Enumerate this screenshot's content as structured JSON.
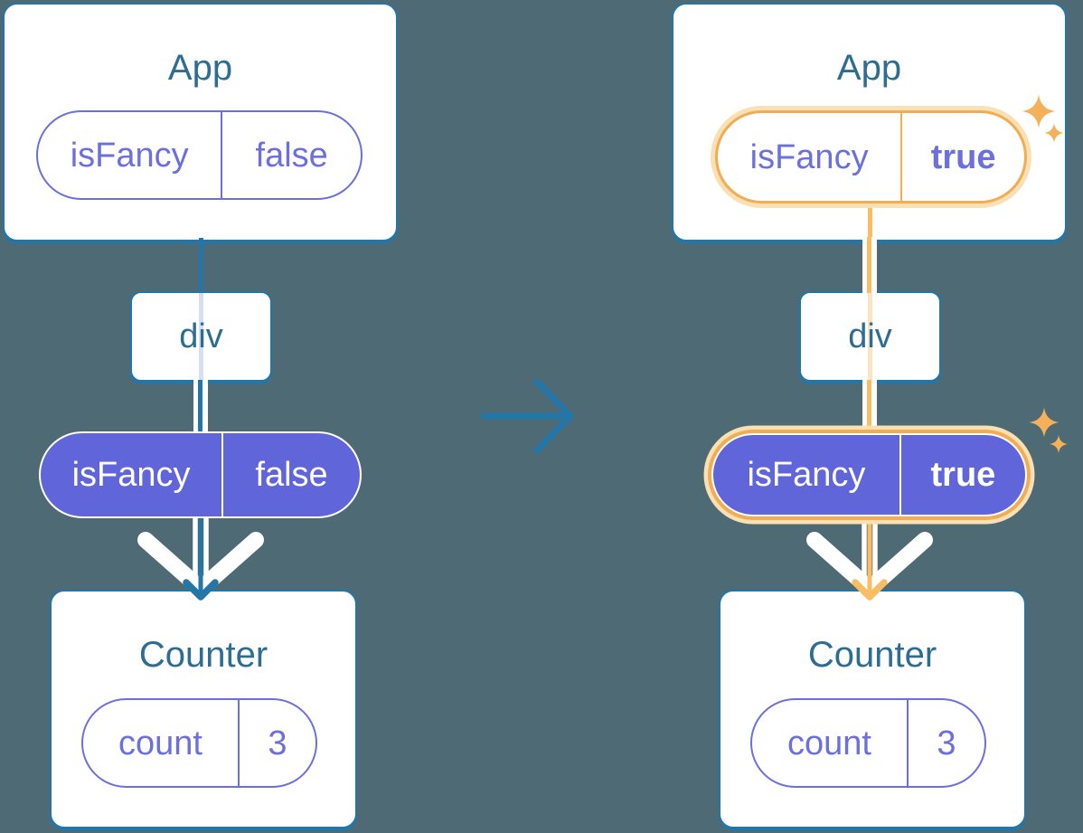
{
  "colors": {
    "bg": "#4E6A75",
    "blue": "#2276A8",
    "steel": "#2D6C93",
    "purple": "#6B70DC",
    "indigo": "#6065D9",
    "orange": "#F2AC51",
    "orangeLine": "#FABD62",
    "paleOrange": "#FAE0B5",
    "fadedBlue": "#D5DEF2",
    "fadedOrange": "#FBE4C3",
    "sparkle": "#F5B159",
    "white": "#FFFFFF"
  },
  "panels": {
    "before": {
      "app": {
        "title": "App",
        "prop_name": "isFancy",
        "prop_value": "false"
      },
      "div_label": "div",
      "passed_prop": {
        "name": "isFancy",
        "value": "false"
      },
      "counter": {
        "title": "Counter",
        "state_name": "count",
        "state_value": "3"
      }
    },
    "after": {
      "app": {
        "title": "App",
        "prop_name": "isFancy",
        "prop_value": "true"
      },
      "div_label": "div",
      "passed_prop": {
        "name": "isFancy",
        "value": "true"
      },
      "counter": {
        "title": "Counter",
        "state_name": "count",
        "state_value": "3"
      }
    }
  }
}
